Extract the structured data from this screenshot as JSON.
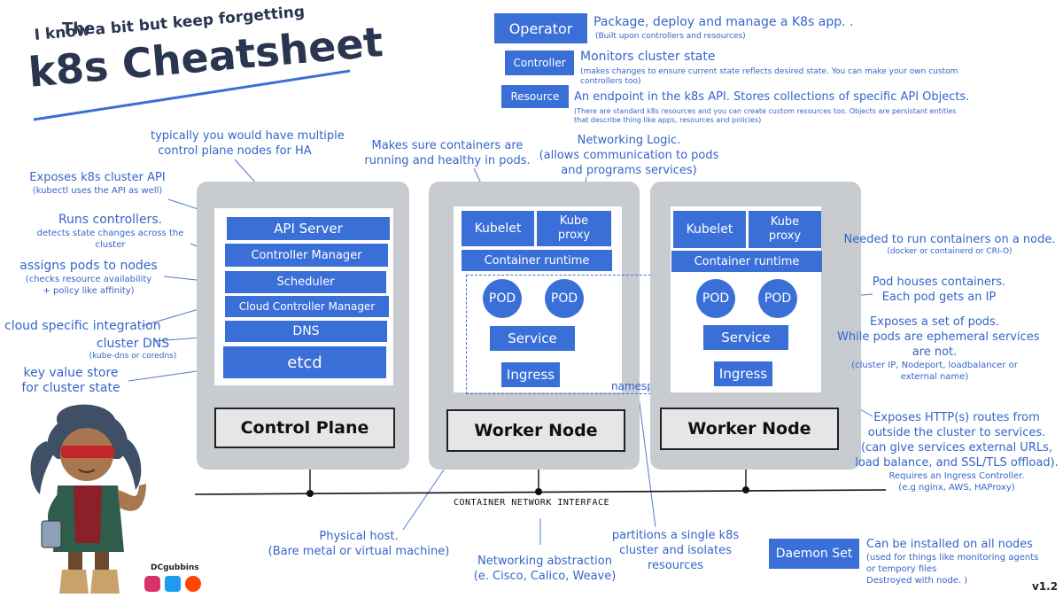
{
  "title": {
    "line1": "The",
    "line2": "I know a bit but keep forgetting",
    "line3": "k8s Cheatsheet"
  },
  "legend": {
    "operator": {
      "tag": "Operator",
      "desc": "Package, deploy and manage a K8s app. .",
      "sub": "(Built upon controllers and resources)"
    },
    "controller": {
      "tag": "Controller",
      "desc": "Monitors cluster state",
      "sub1": "(makes changes to ensure current state reflects desired state. You can make your own custom",
      "sub2": "controllers too)"
    },
    "resource": {
      "tag": "Resource",
      "desc": "An endpoint in the k8s API. Stores collections of specific API Objects.",
      "sub1": "(There are standard k8s resources and you can create custom resources too. Objects are persistant entities",
      "sub2": "that describe thing like apps, resources and policies)"
    }
  },
  "control_plane": {
    "components": [
      "API Server",
      "Controller Manager",
      "Scheduler",
      "Cloud Controller Manager",
      "DNS",
      "etcd"
    ],
    "label": "Control Plane"
  },
  "worker1": {
    "kubelet": "Kubelet",
    "kubeproxy": "Kube proxy",
    "runtime": "Container runtime",
    "pod": "POD",
    "service": "Service",
    "ingress": "Ingress",
    "label": "Worker Node"
  },
  "worker2": {
    "kubelet": "Kubelet",
    "kubeproxy": "Kube proxy",
    "runtime": "Container runtime",
    "pod": "POD",
    "service": "Service",
    "ingress": "Ingress",
    "label": "Worker Node"
  },
  "namespace": "namespace",
  "cni": "Container network interface",
  "notes": {
    "ha": [
      "typically you would have multiple",
      "control plane nodes for HA"
    ],
    "api": [
      "Exposes k8s cluster API",
      "(kubectl uses the API as well)"
    ],
    "controllers": [
      "Runs controllers.",
      "detects state changes across the",
      "cluster"
    ],
    "scheduler": [
      "assigns pods to nodes",
      "(checks resource availability",
      "+ policy like affinity)"
    ],
    "cloud": "cloud specific integration",
    "dns": [
      "cluster DNS",
      "(kube-dns or coredns)"
    ],
    "etcd": [
      "key value store",
      "for cluster state"
    ],
    "kubelet": [
      "Makes sure containers are",
      "running and healthy in pods."
    ],
    "proxy": [
      "Networking Logic.",
      "(allows communication to pods",
      "and programs services)"
    ],
    "runtime": [
      "Needed to run containers on a node.",
      "(docker or containerd or CRI-O)"
    ],
    "pod": [
      "Pod houses containers.",
      "Each pod gets an IP"
    ],
    "service": [
      "Exposes a set of pods.",
      "While pods are ephemeral services",
      "are not.",
      "(cluster IP, Nodeport, loadbalancer or",
      "external name)"
    ],
    "ingress": [
      "Exposes HTTP(s) routes from",
      "outside the cluster to services.",
      "(can give services external URLs,",
      "load balance, and SSL/TLS offload).",
      "Requires an Ingress Controller.",
      "(e.g nginx, AWS, HAProxy)"
    ],
    "host": [
      "Physical host.",
      "(Bare metal or virtual machine)"
    ],
    "network": [
      "Networking abstraction",
      "(e. Cisco, Calico, Weave)"
    ],
    "namespace": [
      "partitions a single k8s",
      "cluster and isolates",
      "resources"
    ],
    "daemon": {
      "tag": "Daemon Set",
      "lines": [
        "Can be installed on all nodes",
        "(used for things like monitoring agents",
        "or tempory files",
        "Destroyed with node. )"
      ]
    }
  },
  "author": "DCgubbins",
  "version": "v1.2",
  "colors": {
    "accent": "#3a6fd8",
    "note": "#3465c9",
    "node": "#c8ccd1"
  }
}
